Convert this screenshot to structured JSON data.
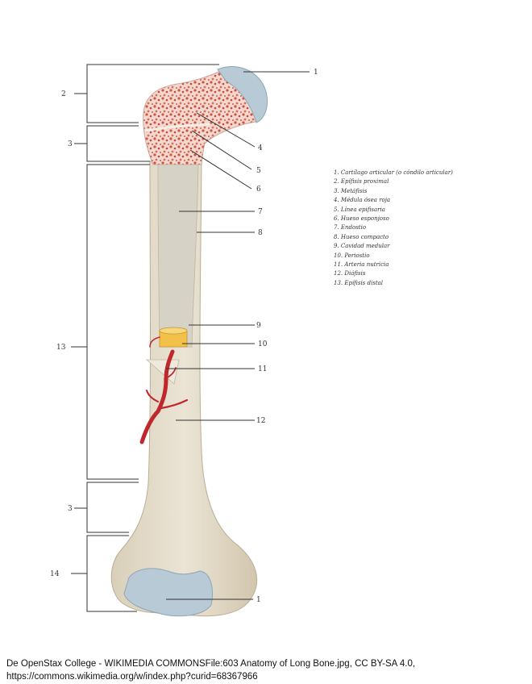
{
  "callouts": {
    "right": [
      "1",
      "4",
      "5",
      "6",
      "7",
      "8",
      "9",
      "10",
      "11",
      "12",
      "1"
    ],
    "left": [
      "2",
      "3",
      "13",
      "3",
      "14"
    ]
  },
  "legend": [
    "1.  Cartílago articular (o cóndilo articular)",
    "2.  Epífisis proximal",
    "3.  Metáfisis",
    "4.  Médula ósea roja",
    "5.  Línea epifisaria",
    "6.  Hueso esponjoso",
    "7.  Endostio",
    "8.  Hueso compacto",
    "9.  Cavidad medular",
    "10. Periostio",
    "11. Arteria nutricia",
    "12. Diáfisis",
    "13. Epífisis distal"
  ],
  "credit": {
    "line1": "De OpenStax College - WIKIMEDIA COMMONSFile:603 Anatomy of Long Bone.jpg, CC BY-SA 4.0,",
    "line2": "https://commons.wikimedia.org/w/index.php?curid=68367966"
  },
  "colors": {
    "bone": "#e2dac9",
    "bone_shade": "#c8bca3",
    "marrow_cavity": "#d7d3c7",
    "cartilage": "#b6c9d5",
    "spongy_red": "#d96a55",
    "artery": "#c0272d",
    "periosteum_yellow": "#f2c14a"
  }
}
